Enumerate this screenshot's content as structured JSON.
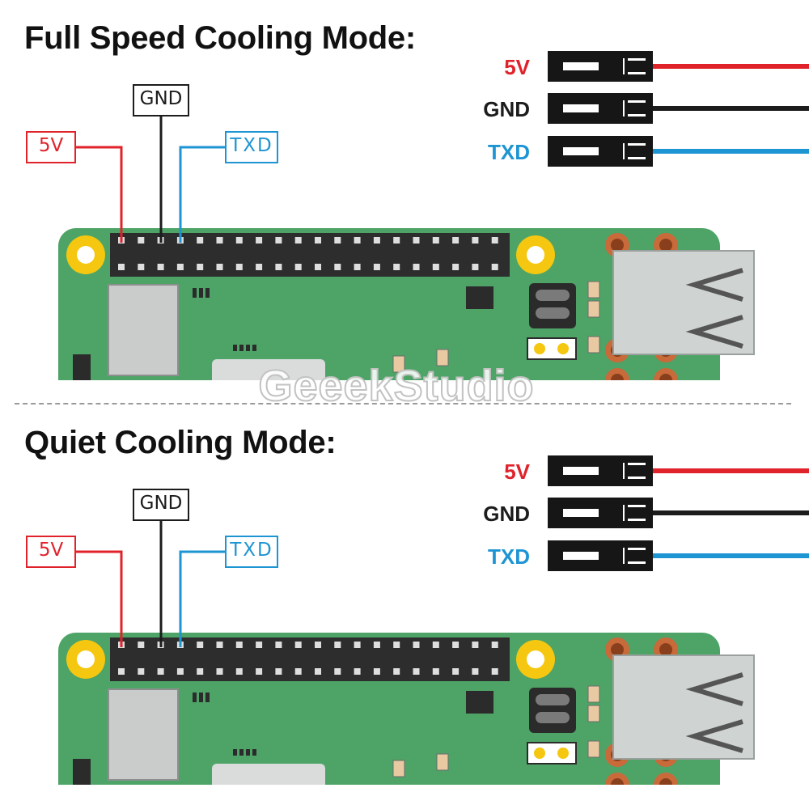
{
  "panels": [
    {
      "title": "Full Speed Cooling Mode:",
      "pin_labels": {
        "vcc": "5V",
        "gnd": "GND",
        "txd": "TXD"
      },
      "wire_labels": {
        "vcc": "5V",
        "gnd": "GND",
        "txd": "TXD"
      }
    },
    {
      "title": "Quiet Cooling Mode:",
      "pin_labels": {
        "vcc": "5V",
        "gnd": "GND",
        "txd": "TXD"
      },
      "wire_labels": {
        "vcc": "5V",
        "gnd": "GND",
        "txd": "TXD"
      }
    }
  ],
  "watermark": "GeeekStudio",
  "colors": {
    "red_wire": "#e0232b",
    "black_wire": "#1c1c1c",
    "blue_wire": "#1e95d3",
    "board_green": "#4ea467",
    "gold_pad": "#f5c710",
    "copper": "#c86a3a"
  }
}
